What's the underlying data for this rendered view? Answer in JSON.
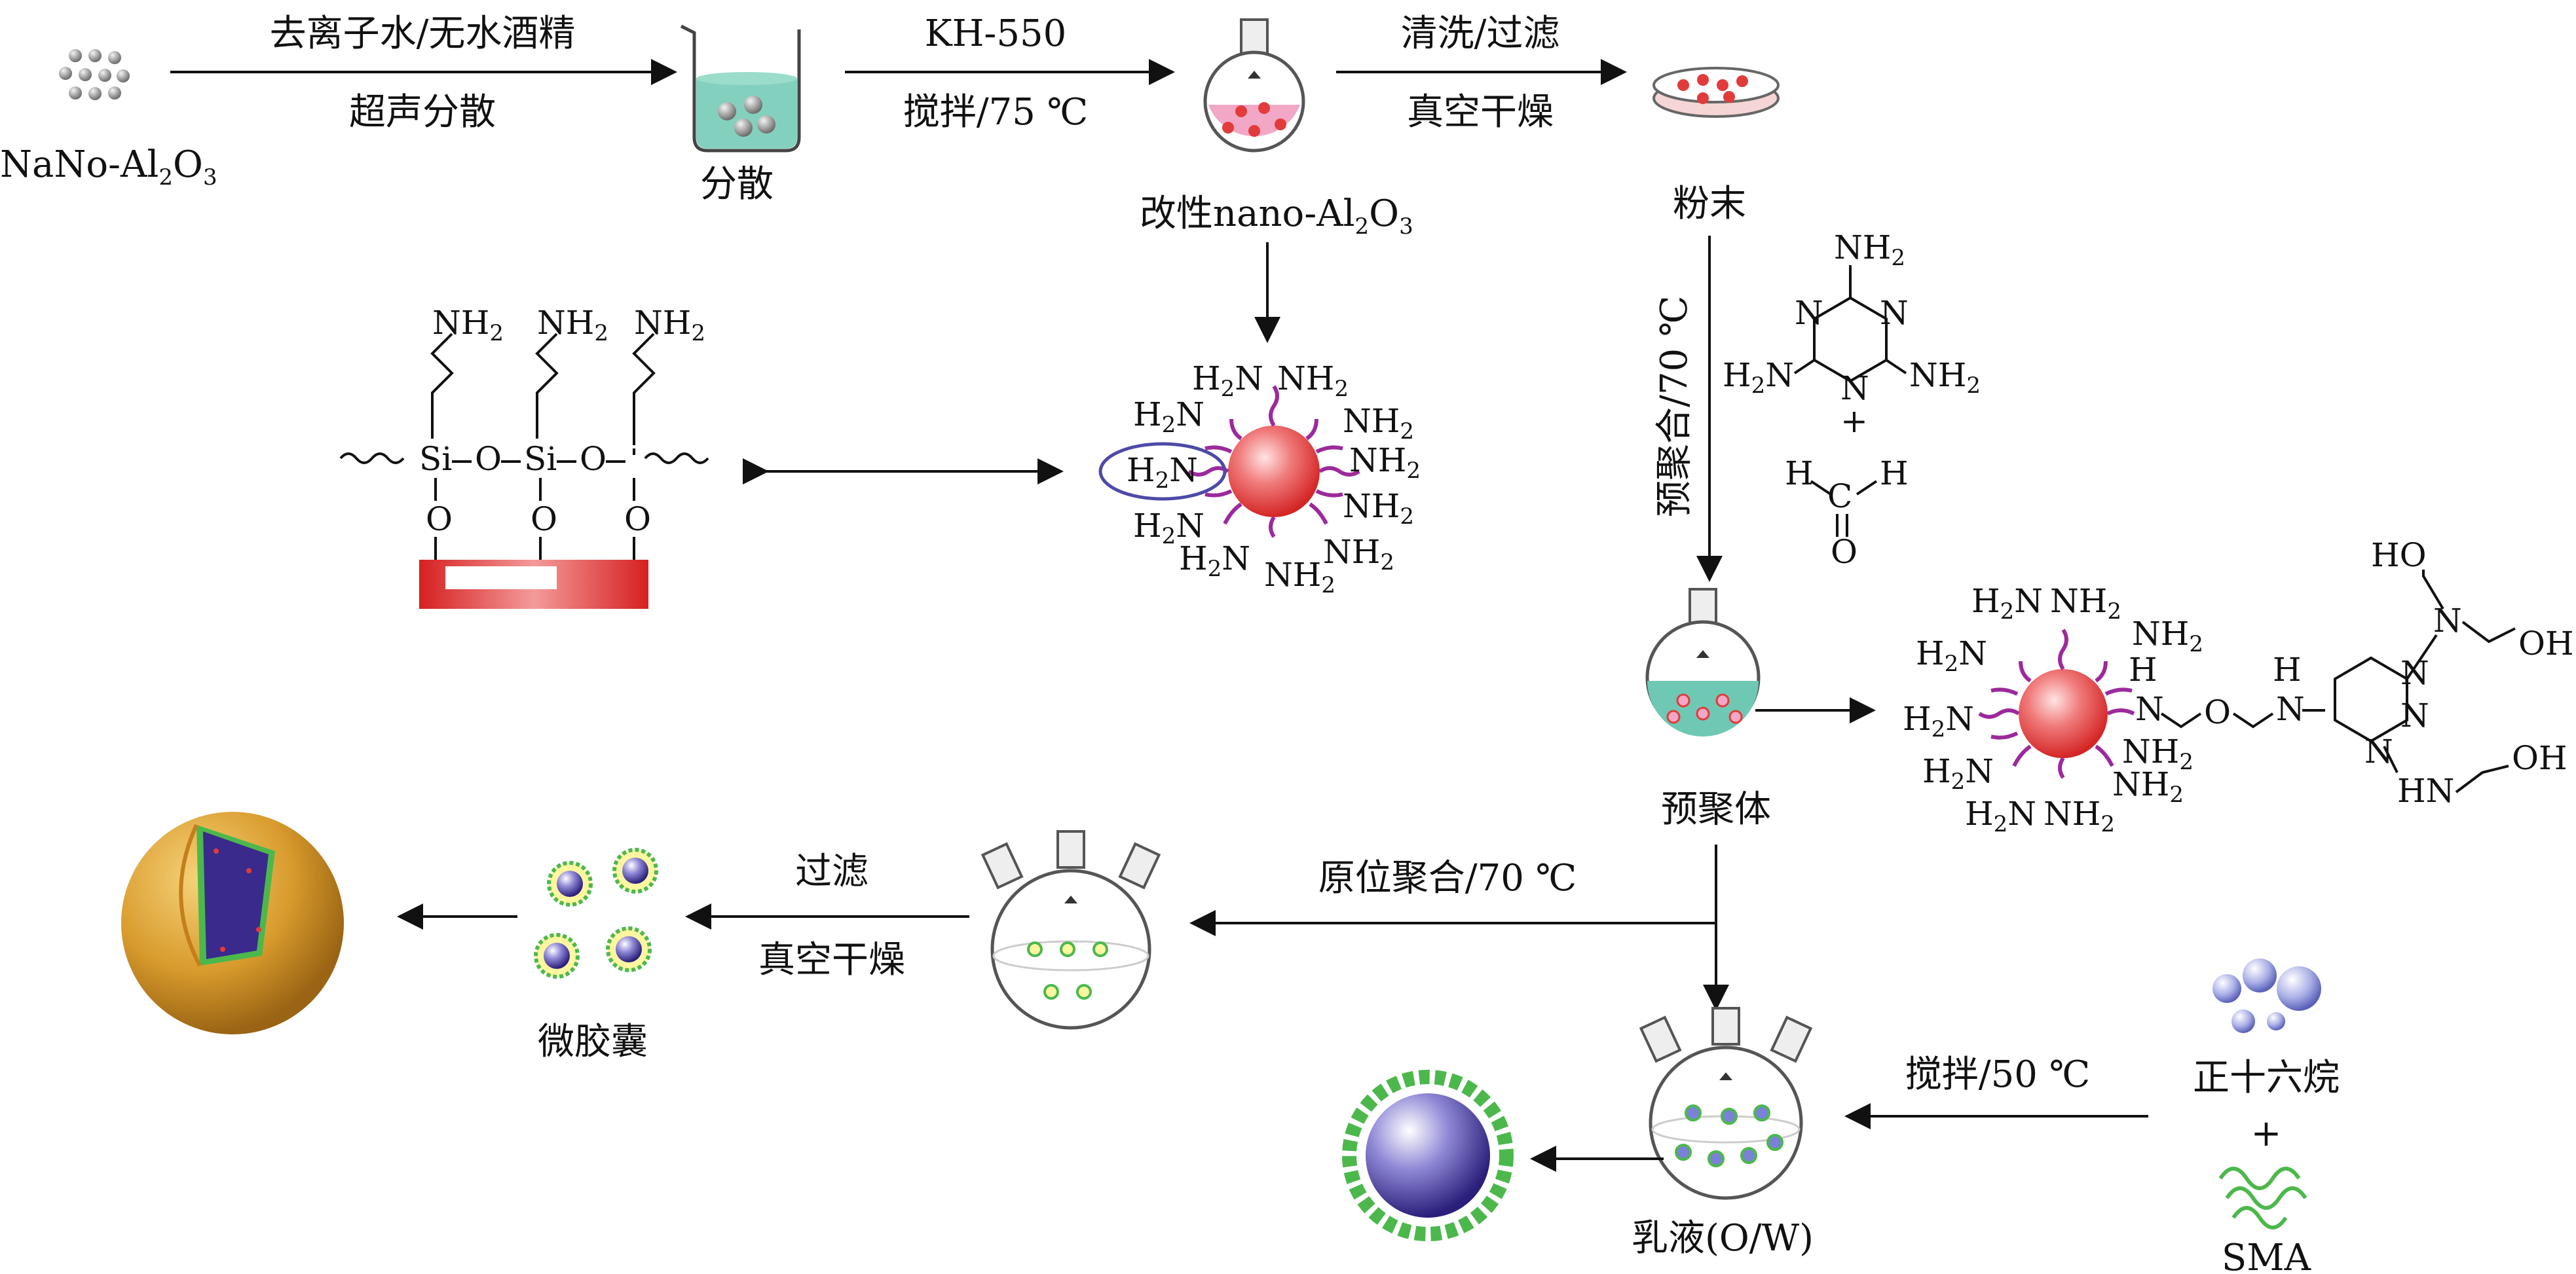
{
  "step1": {
    "above": "去离子水/无水酒精",
    "below": "超声分散"
  },
  "step2": {
    "above": "KH-550",
    "below": "搅拌/75 ℃"
  },
  "step3": {
    "above": "清洗/过滤",
    "below": "真空干燥"
  },
  "labels": {
    "nano": "NaNo-Al",
    "nano_sub1": "2",
    "nano_o": "O",
    "nano_sub2": "3",
    "dispersion": "分散",
    "modified": "改性nano-Al",
    "modified_sub1": "2",
    "modified_o": "O",
    "modified_sub2": "3",
    "powder": "粉末",
    "prepolymer": "预聚体",
    "microcapsule": "微胶囊",
    "emulsion": "乳液(O/W)",
    "hexadecane": "正十六烷",
    "plus": "+",
    "sma": "SMA"
  },
  "step_prepoly": "预聚合/70 ℃",
  "step_insitu": "原位聚合/70 ℃",
  "step_filter": {
    "above": "过滤",
    "below": "真空干燥"
  },
  "step_emulsify": "搅拌/50 ℃",
  "chem": {
    "nh2": "NH",
    "h2n": "H",
    "n_letter": "N",
    "sub2": "2",
    "si": "Si",
    "o": "O",
    "h": "H",
    "c": "C",
    "oh": "OH",
    "ho": "HO",
    "hn": "HN",
    "plus": "+"
  },
  "colors": {
    "arrow": "#111111",
    "particle_red": "#e23b3b",
    "chain_purple": "#9c2a9c",
    "liquid_teal": "#6fc8b4",
    "liquid_pink": "#f2a7c6",
    "shell_orange": "#d89a2c",
    "core_blue": "#3a2a8c",
    "ring_green": "#4cb84c"
  }
}
